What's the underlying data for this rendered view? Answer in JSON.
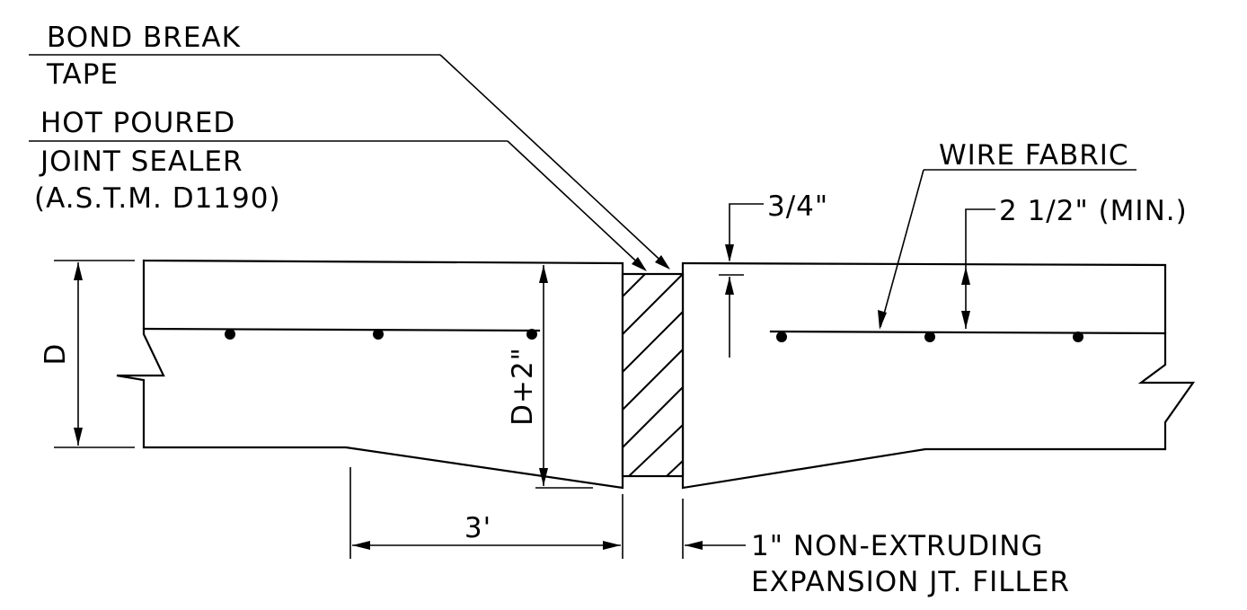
{
  "labels": {
    "bond_break_line1": "BOND BREAK",
    "bond_break_line2": "TAPE",
    "sealer_line1": "HOT POURED",
    "sealer_line2": "JOINT SEALER",
    "sealer_line3": "(A.S.T.M. D1190)",
    "wire_fabric": "WIRE FABRIC",
    "cover_top": "3/4\"",
    "cover_min": "2 1/2\" (MIN.)",
    "depth": "D",
    "depth_plus": "D+2\"",
    "taper_length": "3'",
    "filler_line1": "1\" NON-EXTRUDING",
    "filler_line2": "EXPANSION JT. FILLER"
  },
  "style": {
    "ink": "#000000",
    "background": "#ffffff"
  }
}
